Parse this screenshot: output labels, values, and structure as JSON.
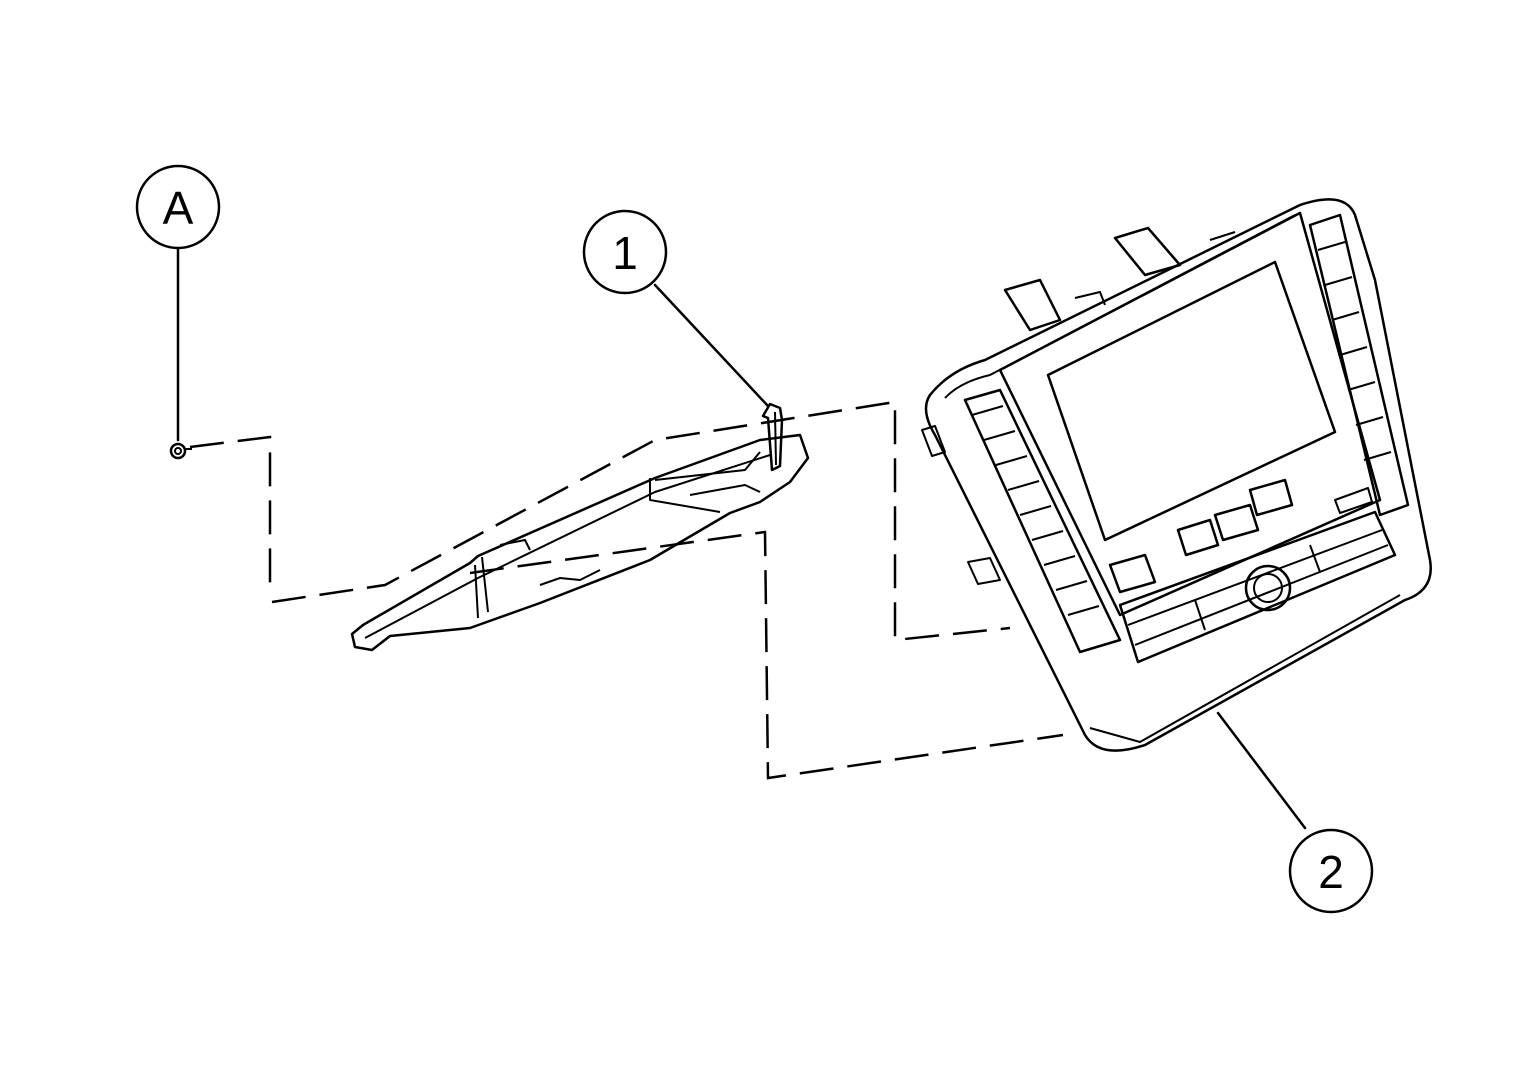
{
  "callouts": {
    "a": "A",
    "one": "1",
    "two": "2"
  },
  "parts": {
    "clip_icon": "clip-icon",
    "bracket_icon": "bracket-icon",
    "console_icon": "control-panel-icon"
  },
  "colors": {
    "line": "#000000",
    "background": "#ffffff"
  }
}
